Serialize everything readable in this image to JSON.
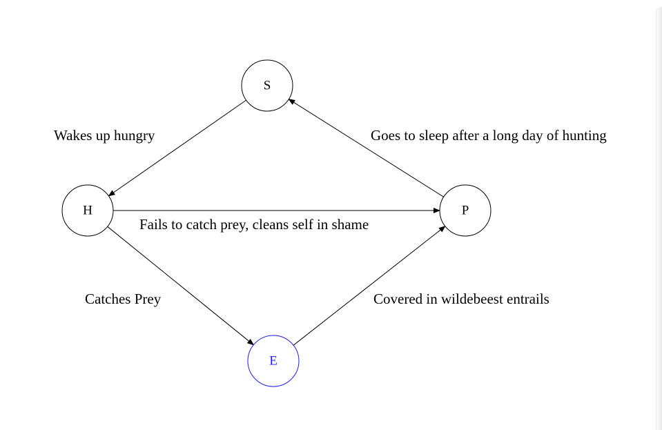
{
  "diagram": {
    "nodes": [
      {
        "id": "S",
        "label": "S",
        "color": "#000000"
      },
      {
        "id": "H",
        "label": "H",
        "color": "#000000"
      },
      {
        "id": "P",
        "label": "P",
        "color": "#000000"
      },
      {
        "id": "E",
        "label": "E",
        "color": "#1a1aff"
      }
    ],
    "edges": [
      {
        "from": "S",
        "to": "H",
        "label": "Wakes up hungry"
      },
      {
        "from": "P",
        "to": "S",
        "label": "Goes to sleep after a long day of hunting"
      },
      {
        "from": "H",
        "to": "P",
        "label": "Fails to catch prey, cleans self in shame"
      },
      {
        "from": "H",
        "to": "E",
        "label": "Catches Prey"
      },
      {
        "from": "E",
        "to": "P",
        "label": "Covered in wildebeest entrails"
      }
    ]
  }
}
